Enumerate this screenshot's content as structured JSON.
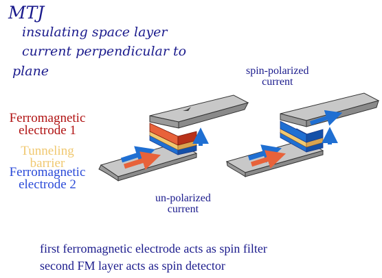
{
  "header": {
    "title": "MTJ",
    "lines": [
      "insulating space layer",
      "current perpendicular to",
      "plane"
    ]
  },
  "legend": {
    "fm1": [
      "Ferromagnetic",
      "electrode 1"
    ],
    "barrier": [
      "Tunneling",
      "barrier"
    ],
    "fm2": [
      "Ferromagnetic",
      "electrode 2"
    ]
  },
  "labels": {
    "spin_polarized": [
      "spin-polarized",
      "current"
    ],
    "unpolarized": [
      "un-polarized",
      "current"
    ]
  },
  "footer": {
    "line1": "first ferromagnetic electrode acts as spin filter",
    "line2": "second FM layer acts as spin detector"
  },
  "colors": {
    "text": "#1a1a8c",
    "ferromagnetic_1": "#b01212",
    "barrier": "#f0c870",
    "ferromagnetic_2": "#2a4ad8",
    "strip": "#c8c8c8",
    "layer_orange": "#e8623a",
    "layer_blue": "#1a6fd4"
  }
}
